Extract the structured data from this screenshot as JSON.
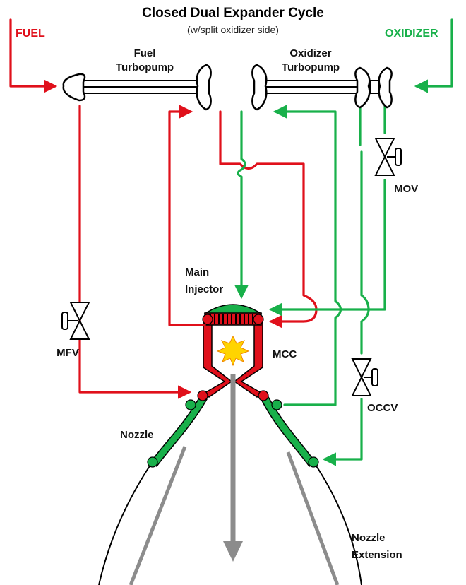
{
  "title": "Closed Dual Expander Cycle",
  "subtitle": "(w/split oxidizer side)",
  "inputs": {
    "fuel": "FUEL",
    "oxidizer": "OXIDIZER"
  },
  "components": {
    "fuel_turbopump": [
      "Fuel",
      "Turbopump"
    ],
    "oxidizer_turbopump": [
      "Oxidizer",
      "Turbopump"
    ],
    "mov": "MOV",
    "mfv": "MFV",
    "main_injector": [
      "Main",
      "Injector"
    ],
    "mcc": "MCC",
    "occv": "OCCV",
    "nozzle": "Nozzle",
    "nozzle_extension": [
      "Nozzle",
      "Extension"
    ]
  },
  "colors": {
    "fuel": "#e0101b",
    "oxidizer": "#18b04a",
    "exhaust": "#8c8c8c",
    "flame": "#ffd400"
  }
}
